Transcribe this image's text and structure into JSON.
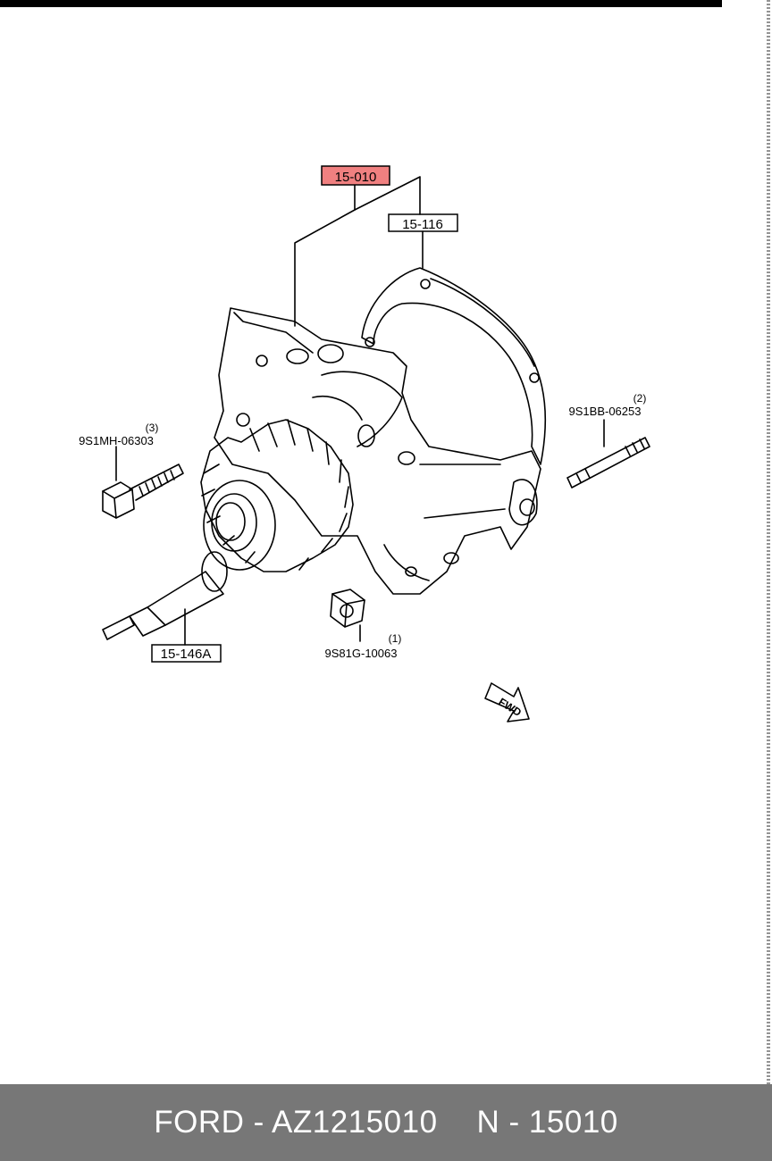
{
  "diagram": {
    "labels": {
      "main_part": "15-010",
      "gasket": "15-116",
      "bolt": "9S1MH-06303",
      "bolt_qty": "(3)",
      "stud": "9S1BB-06253",
      "stud_qty": "(2)",
      "idler_bolt": "15-146A",
      "nut": "9S81G-10063",
      "nut_qty": "(1)",
      "direction": "FWD"
    },
    "colors": {
      "highlight": "#f08080",
      "line": "#000000"
    }
  },
  "footer": {
    "brand_part": "FORD - AZ1215010",
    "ref": "N - 15010",
    "background": "#777777"
  }
}
